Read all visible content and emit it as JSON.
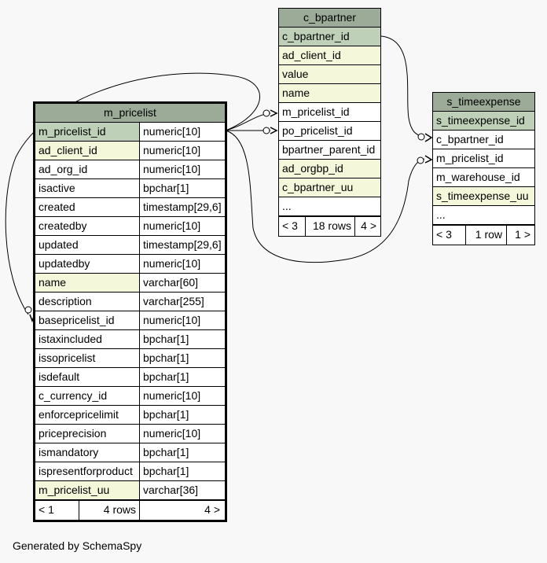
{
  "tables": {
    "m_pricelist": {
      "name": "m_pricelist",
      "columns": [
        {
          "name": "m_pricelist_id",
          "type": "numeric[10]",
          "kind": "pk"
        },
        {
          "name": "ad_client_id",
          "type": "numeric[10]",
          "kind": "idx"
        },
        {
          "name": "ad_org_id",
          "type": "numeric[10]",
          "kind": "plain"
        },
        {
          "name": "isactive",
          "type": "bpchar[1]",
          "kind": "plain"
        },
        {
          "name": "created",
          "type": "timestamp[29,6]",
          "kind": "plain"
        },
        {
          "name": "createdby",
          "type": "numeric[10]",
          "kind": "plain"
        },
        {
          "name": "updated",
          "type": "timestamp[29,6]",
          "kind": "plain"
        },
        {
          "name": "updatedby",
          "type": "numeric[10]",
          "kind": "plain"
        },
        {
          "name": "name",
          "type": "varchar[60]",
          "kind": "idx"
        },
        {
          "name": "description",
          "type": "varchar[255]",
          "kind": "plain"
        },
        {
          "name": "basepricelist_id",
          "type": "numeric[10]",
          "kind": "plain"
        },
        {
          "name": "istaxincluded",
          "type": "bpchar[1]",
          "kind": "plain"
        },
        {
          "name": "issopricelist",
          "type": "bpchar[1]",
          "kind": "plain"
        },
        {
          "name": "isdefault",
          "type": "bpchar[1]",
          "kind": "plain"
        },
        {
          "name": "c_currency_id",
          "type": "numeric[10]",
          "kind": "plain"
        },
        {
          "name": "enforcepricelimit",
          "type": "bpchar[1]",
          "kind": "plain"
        },
        {
          "name": "priceprecision",
          "type": "numeric[10]",
          "kind": "plain"
        },
        {
          "name": "ismandatory",
          "type": "bpchar[1]",
          "kind": "plain"
        },
        {
          "name": "ispresentforproduct",
          "type": "bpchar[1]",
          "kind": "plain"
        },
        {
          "name": "m_pricelist_uu",
          "type": "varchar[36]",
          "kind": "idx"
        }
      ],
      "footer": {
        "parents": "< 1",
        "rows": "4 rows",
        "children": "4 >"
      }
    },
    "c_bpartner": {
      "name": "c_bpartner",
      "columns": [
        {
          "name": "c_bpartner_id",
          "kind": "pk"
        },
        {
          "name": "ad_client_id",
          "kind": "idx"
        },
        {
          "name": "value",
          "kind": "idx"
        },
        {
          "name": "name",
          "kind": "idx"
        },
        {
          "name": "m_pricelist_id",
          "kind": "plain"
        },
        {
          "name": "po_pricelist_id",
          "kind": "plain"
        },
        {
          "name": "bpartner_parent_id",
          "kind": "plain"
        },
        {
          "name": "ad_orgbp_id",
          "kind": "idx"
        },
        {
          "name": "c_bpartner_uu",
          "kind": "idx"
        },
        {
          "name": "...",
          "kind": "plain"
        }
      ],
      "footer": {
        "parents": "< 3",
        "rows": "18 rows",
        "children": "4 >"
      }
    },
    "s_timeexpense": {
      "name": "s_timeexpense",
      "columns": [
        {
          "name": "s_timeexpense_id",
          "kind": "pk"
        },
        {
          "name": "c_bpartner_id",
          "kind": "plain"
        },
        {
          "name": "m_pricelist_id",
          "kind": "plain"
        },
        {
          "name": "m_warehouse_id",
          "kind": "plain"
        },
        {
          "name": "s_timeexpense_uu",
          "kind": "idx"
        },
        {
          "name": "...",
          "kind": "plain"
        }
      ],
      "footer": {
        "parents": "< 3",
        "rows": "1 row",
        "children": "1 >"
      }
    }
  },
  "footer_note": "Generated by SchemaSpy"
}
